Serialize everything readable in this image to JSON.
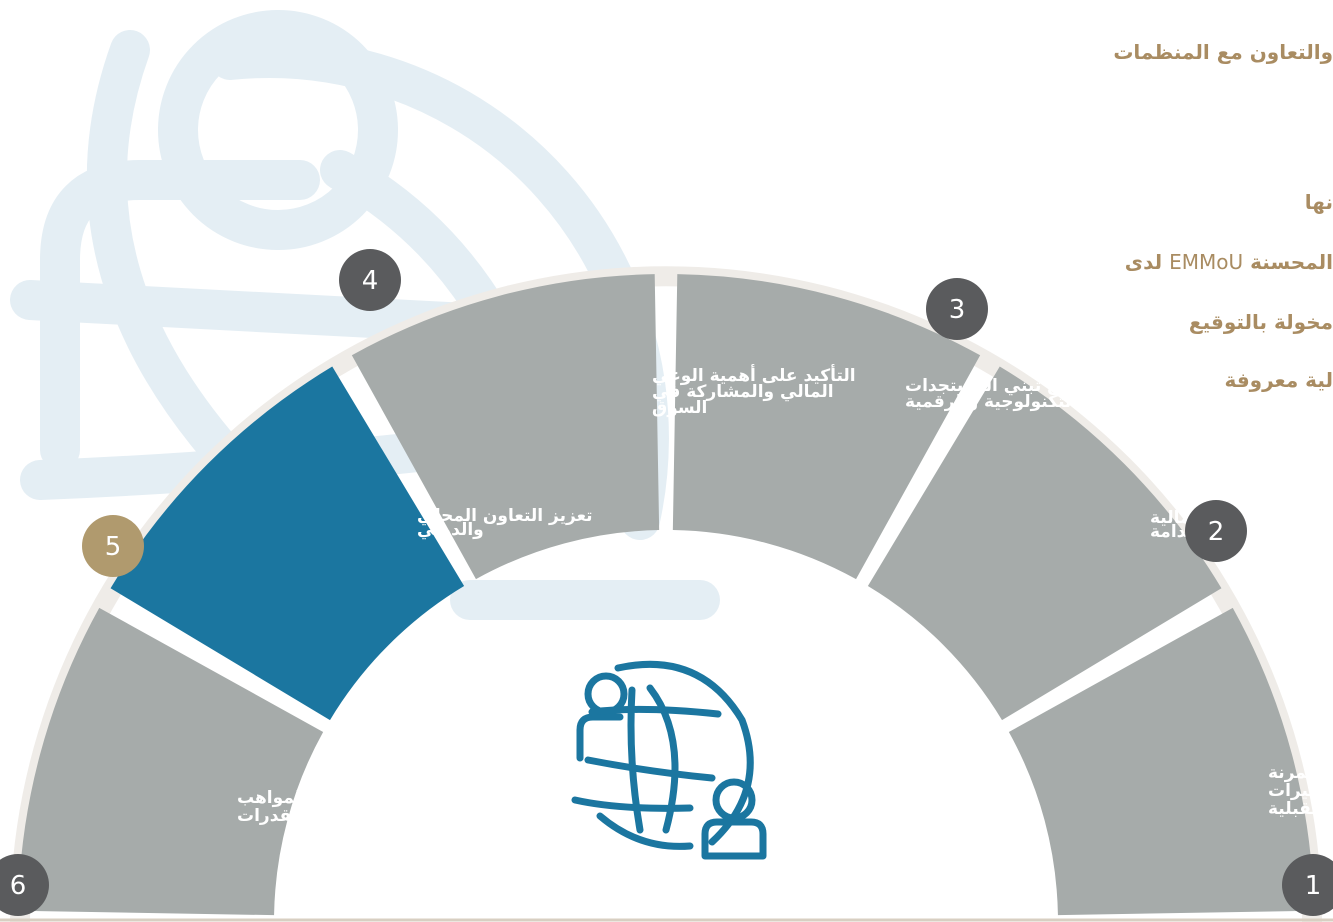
{
  "right_text": {
    "line_1": "والتعاون مع المنظمات",
    "line_2": "نها",
    "line_3_a": "المحسنة",
    "line_3_b": "EMMoU",
    "line_3_c": "لدى",
    "line_4": "مخولة بالتوقيع",
    "line_5": "لية معروفة"
  },
  "segments": [
    {
      "number": "1",
      "lines": [
        "سنّ التشريعات المرنة",
        "لاستيعاب التغيرات",
        "المستقبلية"
      ],
      "highlighted": false
    },
    {
      "number": "2",
      "lines": [
        "تطوير أسواق رأسمالية",
        "قابلة للاستدامة"
      ],
      "highlighted": false
    },
    {
      "number": "3",
      "lines": [
        "تسريع تبني المستجدات",
        "التكنولوجية والرقمية"
      ],
      "highlighted": false
    },
    {
      "number": "4",
      "lines": [
        "التأكيد على أهمية الوعي",
        "المالي والمشاركة في",
        "السوق"
      ],
      "highlighted": false
    },
    {
      "number": "5",
      "lines": [
        "تعزيز التعاون المحلي",
        "والدولي"
      ],
      "highlighted": true
    },
    {
      "number": "6",
      "lines": [
        "استقطاب المواهب",
        "وبناء القدرات"
      ],
      "highlighted": false
    }
  ],
  "colors": {
    "segment": "#a6abaa",
    "segment_highlight": "#1b76a0",
    "badge": "#5a5b5d",
    "badge_highlight": "#b09a6e",
    "watermark": "#e4eef4",
    "text_accent": "#a98c62",
    "icon": "#1b76a0"
  },
  "icons": {
    "center": "people-globe-icon",
    "background": "people-globe-watermark-icon"
  }
}
